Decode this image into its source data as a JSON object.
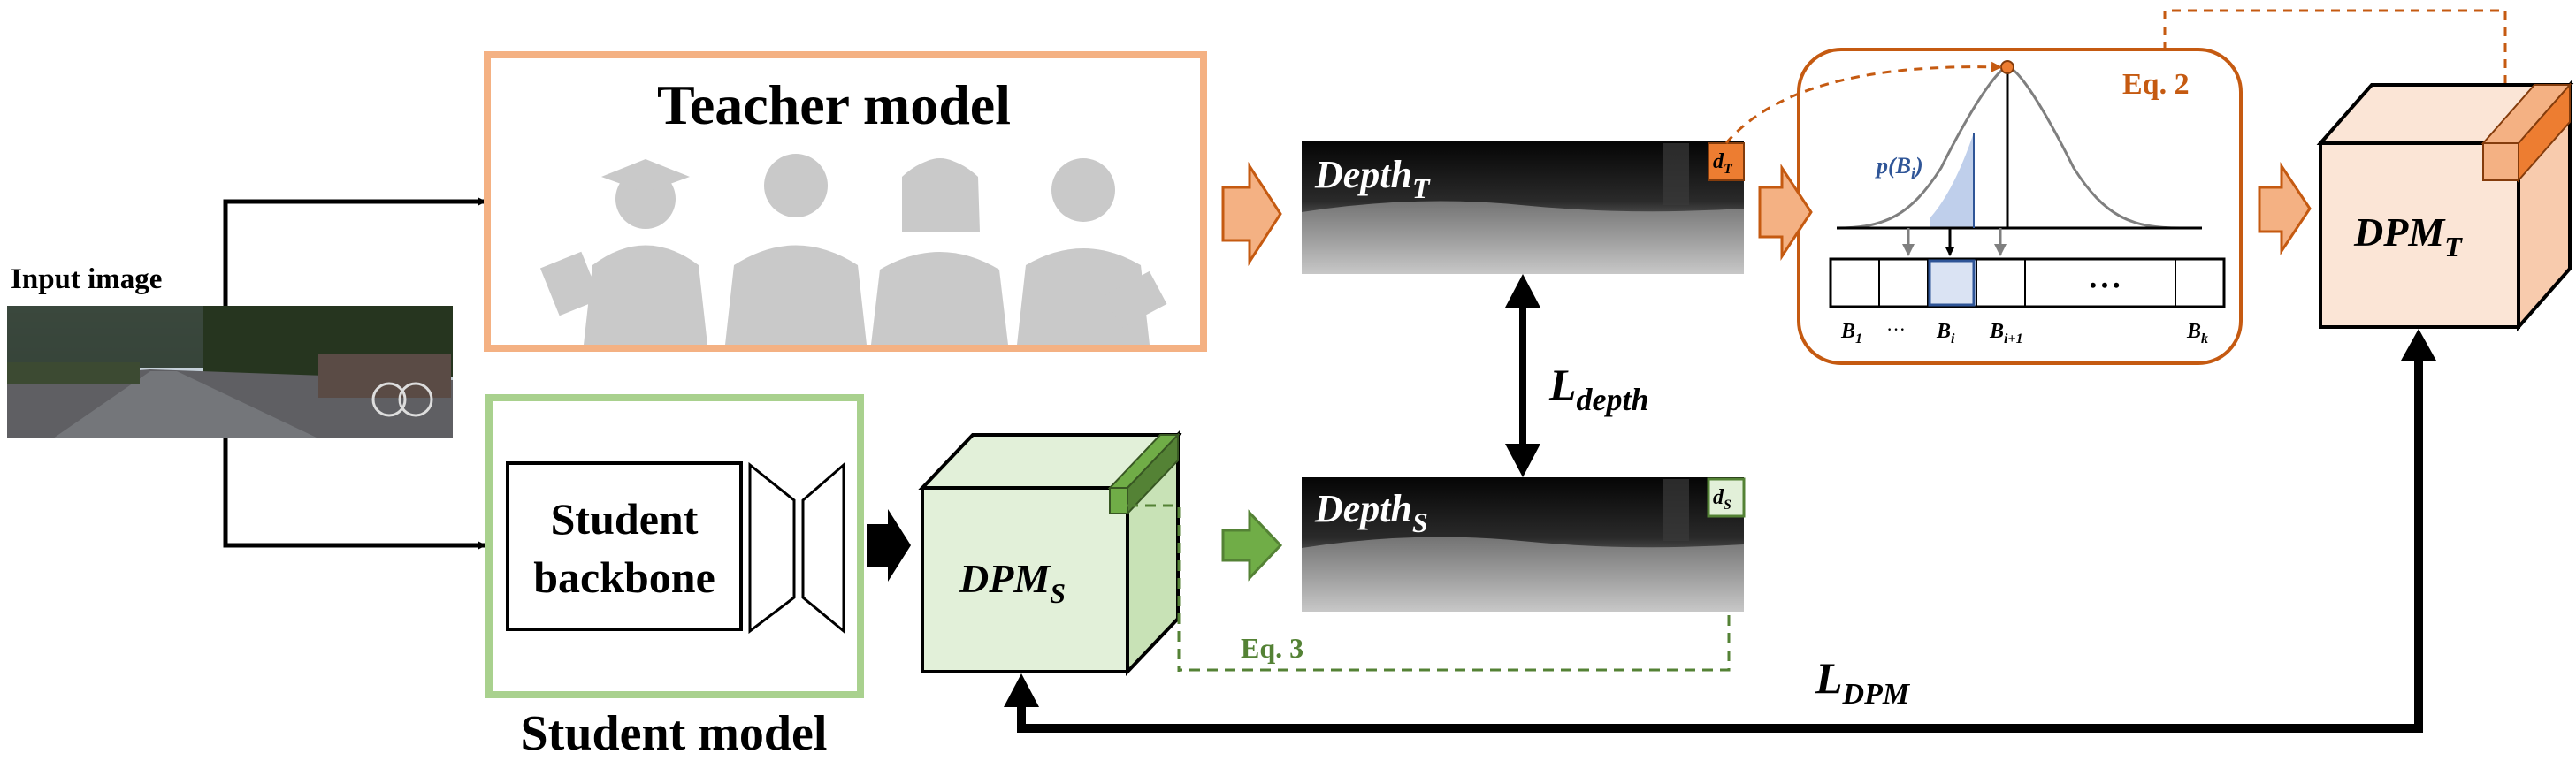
{
  "input": {
    "label": "Input image"
  },
  "teacher": {
    "title": "Teacher model"
  },
  "student": {
    "backbone_line1": "Student",
    "backbone_line2": "backbone",
    "model_label": "Student model"
  },
  "depth_teacher": {
    "main": "Depth",
    "sub": "T",
    "patch_main": "d",
    "patch_sub": "T"
  },
  "depth_student": {
    "main": "Depth",
    "sub": "S",
    "patch_main": "d",
    "patch_sub": "S"
  },
  "dpm_teacher": {
    "main": "DPM",
    "sub": "T"
  },
  "dpm_student": {
    "main": "DPM",
    "sub": "S"
  },
  "losses": {
    "depth_main": "L",
    "depth_sub": "depth",
    "dpm_main": "L",
    "dpm_sub": "DPM"
  },
  "equations": {
    "eq2": "Eq. 2",
    "eq3": "Eq. 3"
  },
  "bins": {
    "pbi_prefix": "p(B",
    "pbi_sub": "i",
    "pbi_suffix": ")",
    "b1_main": "B",
    "b1_sub": "1",
    "dots": "···",
    "bi_main": "B",
    "bi_sub": "i",
    "bi1_main": "B",
    "bi1_sub": "i+1",
    "mid_dots": "• • •",
    "bk_main": "B",
    "bk_sub": "k"
  },
  "colors": {
    "teacher": "#f4b183",
    "teacher_dark": "#c55a11",
    "teacher_fill": "#fbe5d6",
    "student": "#a9d18e",
    "student_dark": "#548235",
    "student_fill": "#e2f0d9",
    "bin_blue": "#2f5597",
    "bin_fill": "#dae3f3"
  }
}
